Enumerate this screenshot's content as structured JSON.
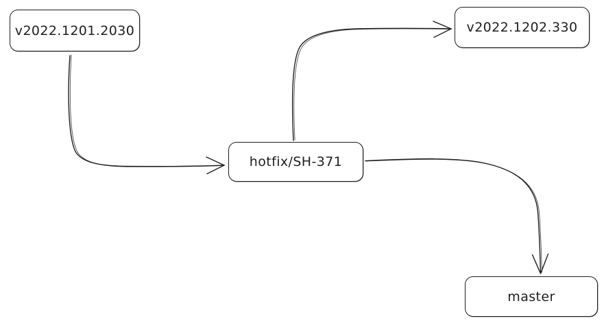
{
  "diagram": {
    "background_color": "#ffffff",
    "stroke_color": "#1e1e1e",
    "style": "hand-drawn-whiteboard",
    "nodes": [
      {
        "id": "release-2030",
        "label": "v2022.1201.2030"
      },
      {
        "id": "release-330",
        "label": "v2022.1202.330"
      },
      {
        "id": "hotfix",
        "label": "hotfix/SH-371"
      },
      {
        "id": "master",
        "label": "master"
      }
    ],
    "edges": [
      {
        "from": "v2022.1201.2030",
        "to": "hotfix/SH-371",
        "arrowhead": "open"
      },
      {
        "from": "hotfix/SH-371",
        "to": "v2022.1202.330",
        "arrowhead": "open"
      },
      {
        "from": "hotfix/SH-371",
        "to": "master",
        "arrowhead": "open"
      }
    ]
  }
}
